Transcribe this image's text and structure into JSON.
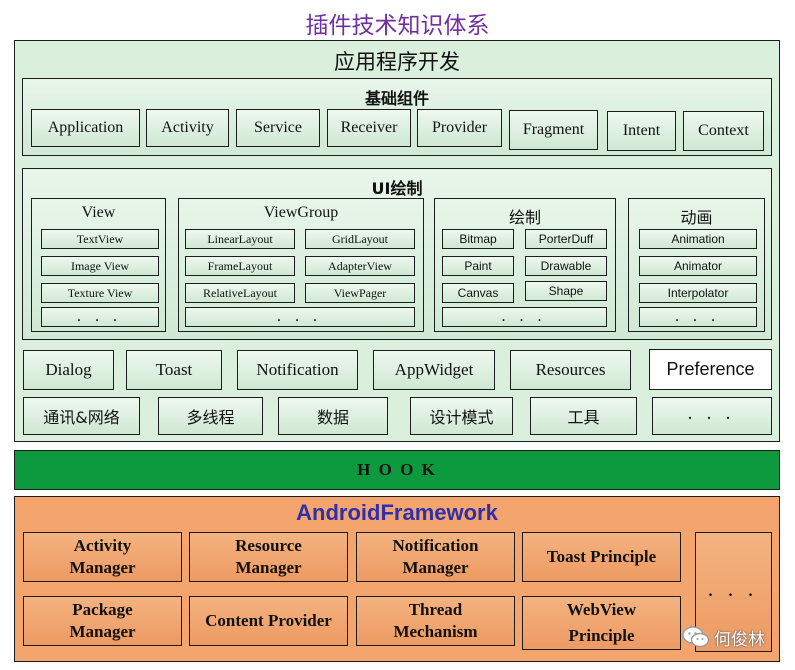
{
  "title": "插件技术知识体系",
  "app_dev": {
    "title": "应用程序开发",
    "basic": {
      "title": "基础组件",
      "items": [
        "Application",
        "Activity",
        "Service",
        "Receiver",
        "Provider",
        "Fragment",
        "Intent",
        "Context"
      ]
    },
    "ui": {
      "title": "UI绘制",
      "view": {
        "title": "View",
        "items": [
          "TextView",
          "Image View",
          "Texture View",
          ". . ."
        ]
      },
      "viewgroup": {
        "title": "ViewGroup",
        "left": [
          "LinearLayout",
          "FrameLayout",
          "RelativeLayout"
        ],
        "right": [
          "GridLayout",
          "AdapterView",
          "ViewPager"
        ],
        "more": ". . ."
      },
      "draw": {
        "title": "绘制",
        "left": [
          "Bitmap",
          "Paint",
          "Canvas"
        ],
        "right": [
          "PorterDuff",
          "Drawable",
          "Shape"
        ],
        "more": ". . ."
      },
      "anim": {
        "title": "动画",
        "items": [
          "Animation",
          "Animator",
          "Interpolator",
          ". . ."
        ]
      }
    },
    "row1": [
      "Dialog",
      "Toast",
      "Notification",
      "AppWidget",
      "Resources",
      "Preference"
    ],
    "row2": [
      "通讯&网络",
      "多线程",
      "数据",
      "设计模式",
      "工具",
      ". . ."
    ]
  },
  "hook": {
    "label": "H O O K"
  },
  "framework": {
    "title": "AndroidFramework",
    "row1": [
      "Activity\nManager",
      "Resource\nManager",
      "Notification\nManager",
      "Toast Principle"
    ],
    "row2": [
      "Package\nManager",
      "Content Provider",
      "Thread\nMechanism",
      "WebView\nPrinciple"
    ],
    "more": ". . ."
  },
  "watermark": "何俊林",
  "colors": {
    "title_purple": "#7030a0",
    "framework_title": "#3030a8",
    "green_bar": "#0d9a3e",
    "orange_panel": "#f4a46d",
    "green_panel": "#daf0dd"
  }
}
